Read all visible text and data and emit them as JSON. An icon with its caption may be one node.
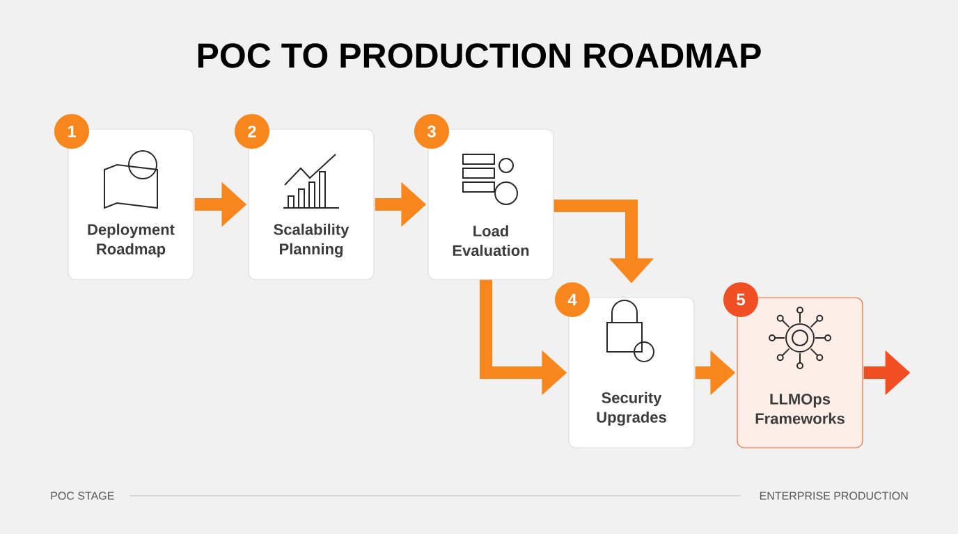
{
  "diagram": {
    "title": "POC TO PRODUCTION ROADMAP",
    "nodes": [
      {
        "text": [
          "1",
          "Deployment Roadmap"
        ]
      },
      {
        "text": [
          "2",
          "Scalability Planning"
        ]
      },
      {
        "text": [
          "3",
          "Load Evaluation"
        ]
      },
      {
        "text": [
          "4",
          "Security Upgrades"
        ]
      },
      {
        "text": [
          "5",
          "LLMOps Frameworks"
        ]
      }
    ],
    "edges": [
      {
        "from": 0,
        "to": 1,
        "arrow": "to"
      },
      {
        "from": 1,
        "to": 2,
        "arrow": "to"
      },
      {
        "from": 2,
        "to": 3,
        "arrow": "to"
      },
      {
        "from": 2,
        "to": 3,
        "arrow": "to"
      },
      {
        "from": 3,
        "to": 4,
        "arrow": "to"
      },
      {
        "from": 4,
        "to": null,
        "arrow": "to",
        "color": "#f04e23"
      }
    ],
    "labels": [
      "POC STAGE",
      "ENTERPRISE PRODUCTION"
    ]
  }
}
